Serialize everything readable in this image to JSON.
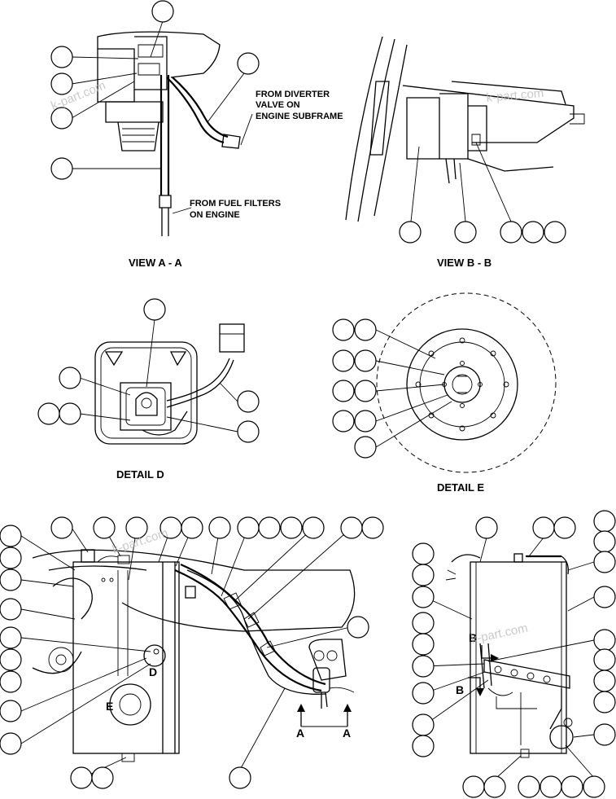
{
  "views": {
    "view_aa": "VIEW A - A",
    "view_bb": "VIEW B - B",
    "detail_d": "DETAIL D",
    "detail_e": "DETAIL E"
  },
  "notes": {
    "diverter": [
      "FROM DIVERTER",
      "VALVE ON",
      "ENGINE SUBFRAME"
    ],
    "fuel_filters": [
      "FROM FUEL FILTERS",
      "ON ENGINE"
    ]
  },
  "markers": {
    "d": "D",
    "e": "E",
    "a_left": "A",
    "a_right": "A",
    "b_top": "B",
    "b_bottom": "B"
  },
  "watermark": "k-part.com",
  "colors": {
    "line": "#000000",
    "watermark": "#b8b8b8"
  }
}
